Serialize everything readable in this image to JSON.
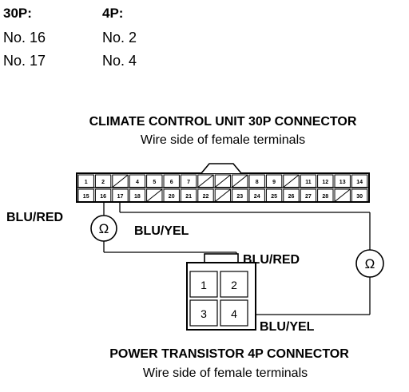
{
  "pin_table": {
    "col_30p": {
      "header": "30P:",
      "rows": [
        "No. 16",
        "No. 17"
      ]
    },
    "col_4p": {
      "header": "4P:",
      "rows": [
        "No. 2",
        "No. 4"
      ]
    }
  },
  "connector_30p": {
    "title": "CLIMATE CONTROL UNIT 30P CONNECTOR",
    "subtitle": "Wire side of female terminals",
    "top_row": [
      "1",
      "2",
      "",
      "4",
      "5",
      "6",
      "7",
      "",
      "",
      "",
      "8",
      "9",
      "",
      "11",
      "12",
      "13",
      "14"
    ],
    "bottom_row": [
      "15",
      "16",
      "17",
      "18",
      "",
      "20",
      "21",
      "22",
      "",
      "23",
      "24",
      "25",
      "26",
      "27",
      "28",
      "",
      "30"
    ]
  },
  "connector_4p": {
    "title": "POWER TRANSISTOR 4P CONNECTOR",
    "subtitle": "Wire side of female terminals",
    "cavities": [
      "1",
      "2",
      "3",
      "4"
    ]
  },
  "wires": {
    "left_top": "BLU/RED",
    "left_bottom": "BLU/YEL",
    "right_top": "BLU/RED",
    "right_bottom": "BLU/YEL"
  },
  "ohmmeter_symbol": "Ω"
}
